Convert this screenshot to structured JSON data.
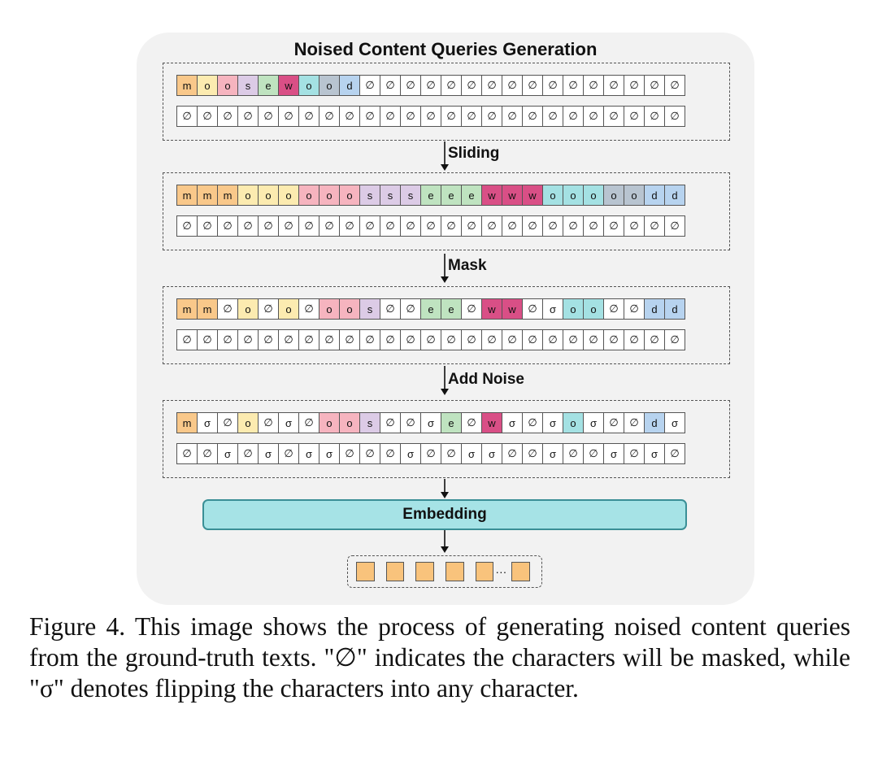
{
  "title": "Noised Content Queries Generation",
  "colors": {
    "m": "#f9c88a",
    "o1": "#fcebb0",
    "o2": "#f6b4bf",
    "s": "#dccbe6",
    "e": "#bfe3c0",
    "w": "#d94f86",
    "o3": "#a4e1e3",
    "o4": "#b8c4d0",
    "d": "#b7d3ef",
    "none": "#ffffff"
  },
  "groups": [
    {
      "label": "",
      "rows": [
        [
          "m",
          "o",
          "o",
          "s",
          "e",
          "w",
          "o",
          "o",
          "d",
          "∅",
          "∅",
          "∅",
          "∅",
          "∅",
          "∅",
          "∅",
          "∅",
          "∅",
          "∅",
          "∅",
          "∅",
          "∅",
          "∅",
          "∅",
          "∅"
        ],
        [
          "∅",
          "∅",
          "∅",
          "∅",
          "∅",
          "∅",
          "∅",
          "∅",
          "∅",
          "∅",
          "∅",
          "∅",
          "∅",
          "∅",
          "∅",
          "∅",
          "∅",
          "∅",
          "∅",
          "∅",
          "∅",
          "∅",
          "∅",
          "∅",
          "∅"
        ]
      ],
      "fills": [
        [
          "m",
          "o1",
          "o2",
          "s",
          "e",
          "w",
          "o3",
          "o4",
          "d",
          "none",
          "none",
          "none",
          "none",
          "none",
          "none",
          "none",
          "none",
          "none",
          "none",
          "none",
          "none",
          "none",
          "none",
          "none",
          "none"
        ],
        [
          "none",
          "none",
          "none",
          "none",
          "none",
          "none",
          "none",
          "none",
          "none",
          "none",
          "none",
          "none",
          "none",
          "none",
          "none",
          "none",
          "none",
          "none",
          "none",
          "none",
          "none",
          "none",
          "none",
          "none",
          "none"
        ]
      ]
    },
    {
      "label": "Sliding",
      "rows": [
        [
          "m",
          "m",
          "m",
          "o",
          "o",
          "o",
          "o",
          "o",
          "o",
          "s",
          "s",
          "s",
          "e",
          "e",
          "e",
          "w",
          "w",
          "w",
          "o",
          "o",
          "o",
          "o",
          "o",
          "d",
          "d"
        ],
        [
          "∅",
          "∅",
          "∅",
          "∅",
          "∅",
          "∅",
          "∅",
          "∅",
          "∅",
          "∅",
          "∅",
          "∅",
          "∅",
          "∅",
          "∅",
          "∅",
          "∅",
          "∅",
          "∅",
          "∅",
          "∅",
          "∅",
          "∅",
          "∅",
          "∅"
        ]
      ],
      "fills": [
        [
          "m",
          "m",
          "m",
          "o1",
          "o1",
          "o1",
          "o2",
          "o2",
          "o2",
          "s",
          "s",
          "s",
          "e",
          "e",
          "e",
          "w",
          "w",
          "w",
          "o3",
          "o3",
          "o3",
          "o4",
          "o4",
          "d",
          "d"
        ],
        [
          "m",
          "m",
          "m",
          "o1",
          "o1",
          "o1",
          "o2",
          "o2",
          "o2",
          "s",
          "s",
          "s",
          "e",
          "e",
          "e",
          "w",
          "w",
          "w",
          "o3",
          "o3",
          "o3",
          "o4",
          "o4",
          "d",
          "d"
        ]
      ]
    },
    {
      "label": "Mask",
      "rows": [
        [
          "m",
          "m",
          "∅",
          "o",
          "∅",
          "o",
          "∅",
          "o",
          "o",
          "s",
          "∅",
          "∅",
          "e",
          "e",
          "∅",
          "w",
          "w",
          "∅",
          "σ",
          "o",
          "o",
          "∅",
          "∅",
          "d",
          "d"
        ],
        [
          "∅",
          "∅",
          "∅",
          "∅",
          "∅",
          "∅",
          "∅",
          "∅",
          "∅",
          "∅",
          "∅",
          "∅",
          "∅",
          "∅",
          "∅",
          "∅",
          "∅",
          "∅",
          "∅",
          "∅",
          "∅",
          "∅",
          "∅",
          "∅",
          "∅"
        ]
      ],
      "fills": [
        [
          "m",
          "m",
          "none",
          "o1",
          "none",
          "o1",
          "none",
          "o2",
          "o2",
          "s",
          "none",
          "none",
          "e",
          "e",
          "none",
          "w",
          "w",
          "none",
          "none",
          "o3",
          "o3",
          "none",
          "none",
          "d",
          "d"
        ],
        [
          "m",
          "m",
          "m",
          "o1",
          "o1",
          "o1",
          "o2",
          "o2",
          "o2",
          "s",
          "s",
          "s",
          "e",
          "e",
          "e",
          "w",
          "w",
          "w",
          "o3",
          "o3",
          "o3",
          "o4",
          "o4",
          "d",
          "d"
        ]
      ]
    },
    {
      "label": "Add Noise",
      "rows": [
        [
          "m",
          "σ",
          "∅",
          "o",
          "∅",
          "σ",
          "∅",
          "o",
          "o",
          "s",
          "∅",
          "∅",
          "σ",
          "e",
          "∅",
          "w",
          "σ",
          "∅",
          "σ",
          "o",
          "σ",
          "∅",
          "∅",
          "d",
          "σ"
        ],
        [
          "∅",
          "∅",
          "σ",
          "∅",
          "σ",
          "∅",
          "σ",
          "σ",
          "∅",
          "∅",
          "∅",
          "σ",
          "∅",
          "∅",
          "σ",
          "σ",
          "∅",
          "∅",
          "σ",
          "∅",
          "∅",
          "σ",
          "∅",
          "σ",
          "∅"
        ]
      ],
      "fills": [
        [
          "m",
          "none",
          "none",
          "o1",
          "none",
          "none",
          "none",
          "o2",
          "o2",
          "s",
          "none",
          "none",
          "none",
          "e",
          "none",
          "w",
          "none",
          "none",
          "none",
          "o3",
          "none",
          "none",
          "none",
          "d",
          "none"
        ],
        [
          "m",
          "m",
          "none",
          "o1",
          "none",
          "o1",
          "none",
          "none",
          "o2",
          "s",
          "s",
          "none",
          "e",
          "e",
          "none",
          "none",
          "w",
          "w",
          "none",
          "o3",
          "o3",
          "none",
          "o4",
          "none",
          "none"
        ]
      ]
    }
  ],
  "embedding_label": "Embedding",
  "ellipsis": "···",
  "caption": "Figure 4. This image shows the process of generating noised content queries from the ground-truth texts. \"∅\" indicates the characters will be masked, while \"σ\" denotes flipping the characters into any character."
}
